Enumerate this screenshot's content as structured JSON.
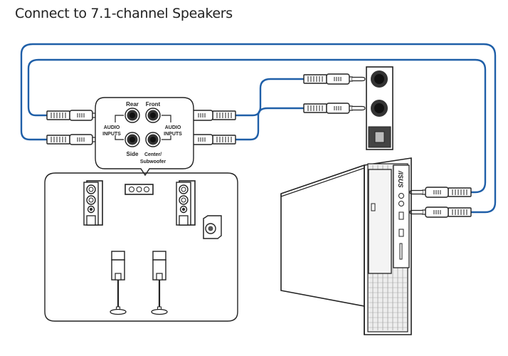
{
  "title": "Connect to 7.1-channel Speakers",
  "colors": {
    "cable": "#1f5fa8",
    "line": "#222222"
  },
  "panel": {
    "jacks": {
      "rear": "Rear",
      "front": "Front",
      "side": "Side",
      "center_line1": "Center/",
      "center_line2": "Subwoofer"
    },
    "audio_inputs_line1": "AUDIO",
    "audio_inputs_line2": "INPUTS"
  },
  "pc": {
    "brand": "/ISUS"
  }
}
